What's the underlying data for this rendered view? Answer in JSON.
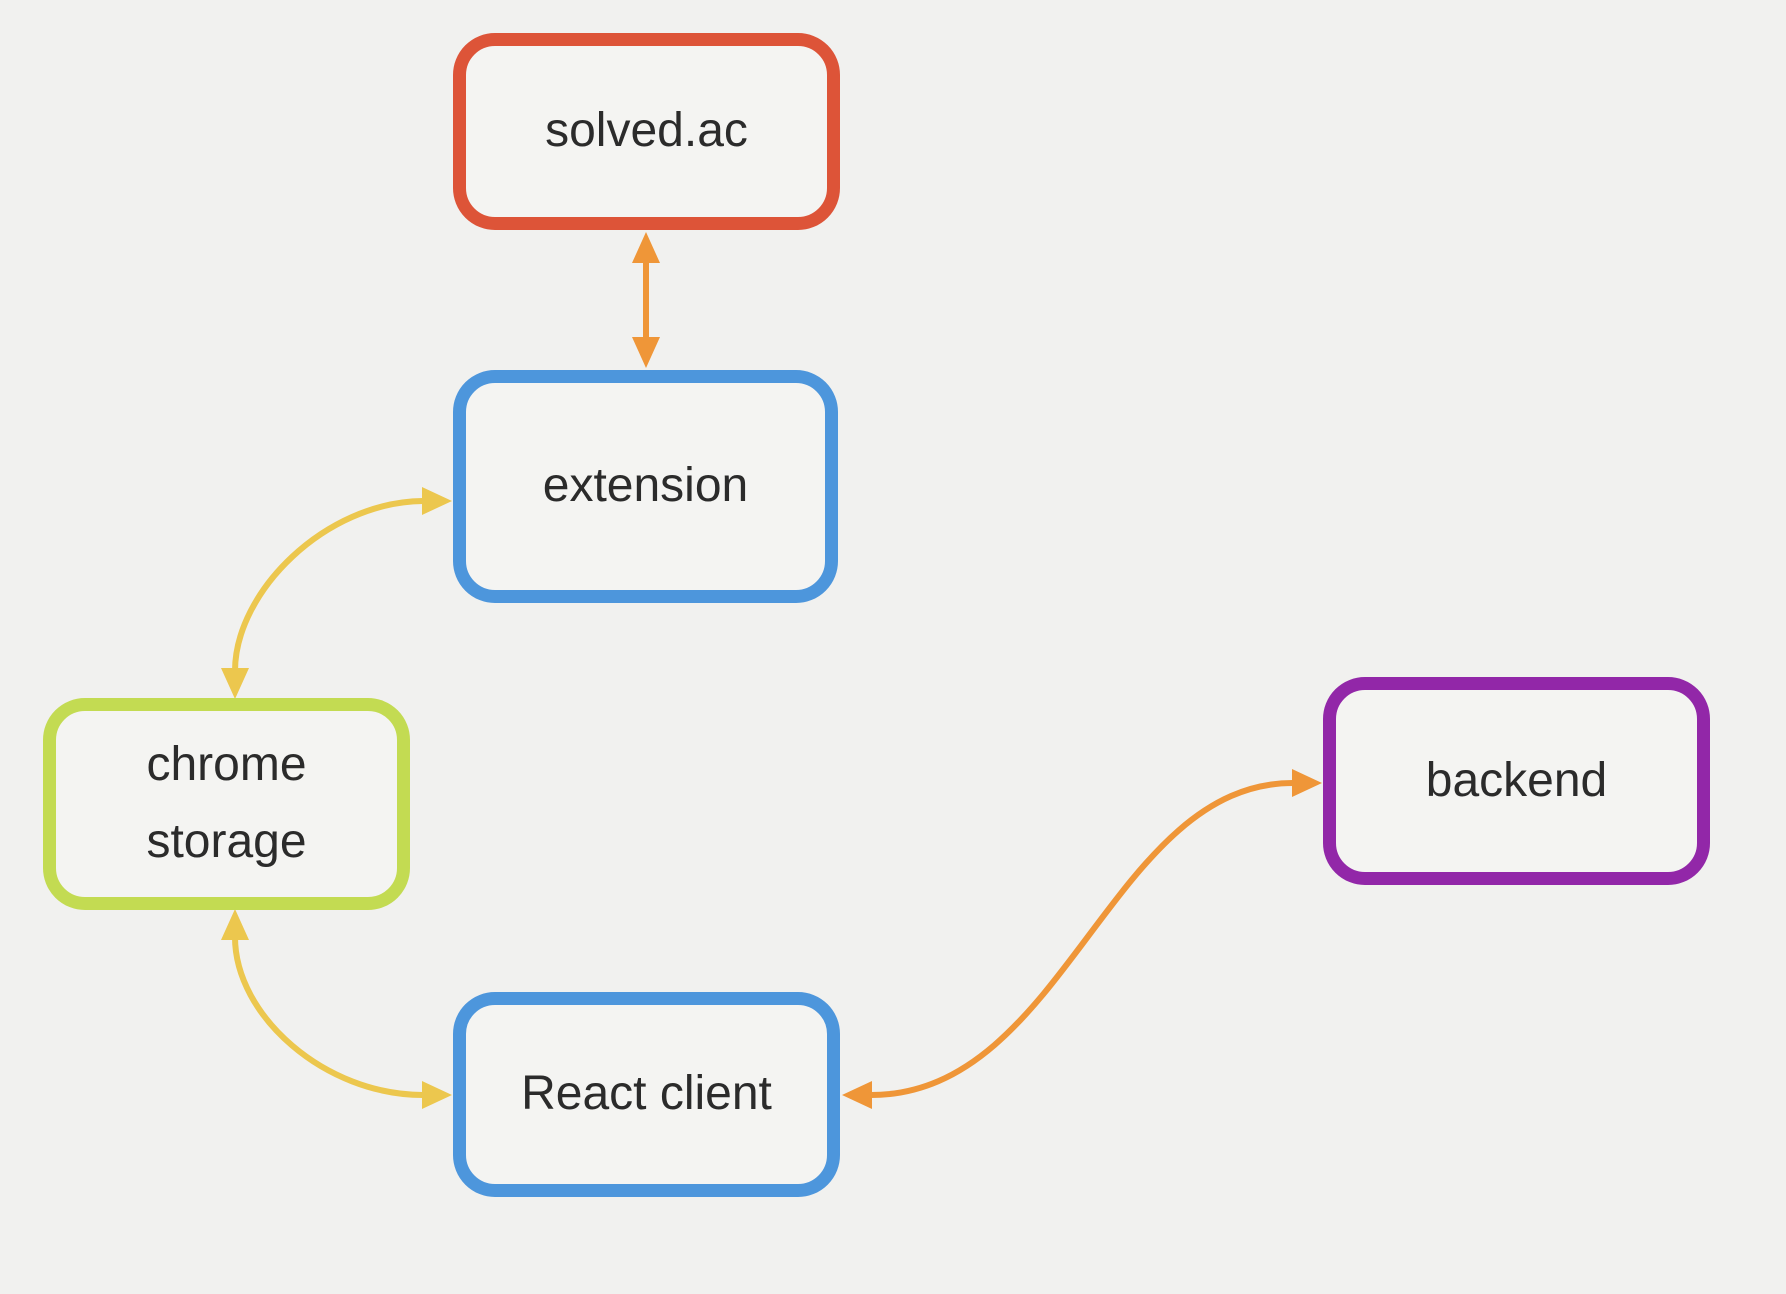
{
  "diagram": {
    "background_color": "#f1f1ef",
    "node_fill_color": "#f4f4f2",
    "text_color": "#2b2b2b",
    "nodes": [
      {
        "id": "solved-ac",
        "label": "solved.ac",
        "border_color": "#dd5438"
      },
      {
        "id": "extension",
        "label": "extension",
        "border_color": "#4d96dc"
      },
      {
        "id": "chrome-storage",
        "label": "chrome storage",
        "border_color": "#c3db52"
      },
      {
        "id": "react-client",
        "label": "React client",
        "border_color": "#4d96dc"
      },
      {
        "id": "backend",
        "label": "backend",
        "border_color": "#9227a8"
      }
    ],
    "edges": [
      {
        "from": "solved-ac",
        "to": "extension",
        "direction": "bidirectional",
        "color": "#ef9638"
      },
      {
        "from": "chrome-storage",
        "to": "extension",
        "direction": "bidirectional",
        "color": "#ecc74e"
      },
      {
        "from": "chrome-storage",
        "to": "react-client",
        "direction": "bidirectional",
        "color": "#ecc74e"
      },
      {
        "from": "react-client",
        "to": "backend",
        "direction": "bidirectional",
        "color": "#ef9638"
      }
    ]
  }
}
